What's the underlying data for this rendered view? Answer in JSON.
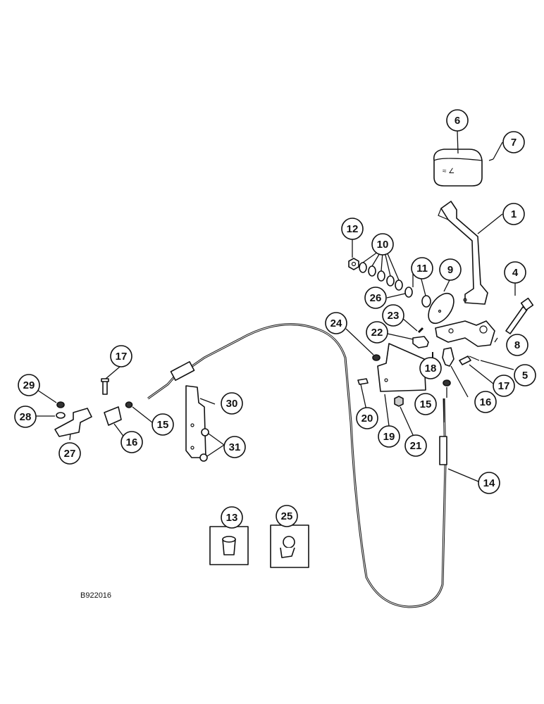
{
  "figure": {
    "drawing_number": "B922016"
  },
  "callouts": [
    {
      "id": "c1",
      "label": "1"
    },
    {
      "id": "c4",
      "label": "4"
    },
    {
      "id": "c5",
      "label": "5"
    },
    {
      "id": "c6",
      "label": "6"
    },
    {
      "id": "c7",
      "label": "7"
    },
    {
      "id": "c8",
      "label": "8"
    },
    {
      "id": "c9",
      "label": "9"
    },
    {
      "id": "c10",
      "label": "10"
    },
    {
      "id": "c11",
      "label": "11"
    },
    {
      "id": "c12",
      "label": "12"
    },
    {
      "id": "c13",
      "label": "13"
    },
    {
      "id": "c14",
      "label": "14"
    },
    {
      "id": "c15a",
      "label": "15"
    },
    {
      "id": "c15b",
      "label": "15"
    },
    {
      "id": "c16a",
      "label": "16"
    },
    {
      "id": "c16b",
      "label": "16"
    },
    {
      "id": "c17a",
      "label": "17"
    },
    {
      "id": "c17b",
      "label": "17"
    },
    {
      "id": "c18",
      "label": "18"
    },
    {
      "id": "c19",
      "label": "19"
    },
    {
      "id": "c20",
      "label": "20"
    },
    {
      "id": "c21",
      "label": "21"
    },
    {
      "id": "c22",
      "label": "22"
    },
    {
      "id": "c23",
      "label": "23"
    },
    {
      "id": "c24",
      "label": "24"
    },
    {
      "id": "c25",
      "label": "25"
    },
    {
      "id": "c26",
      "label": "26"
    },
    {
      "id": "c27",
      "label": "27"
    },
    {
      "id": "c28",
      "label": "28"
    },
    {
      "id": "c29",
      "label": "29"
    },
    {
      "id": "c30",
      "label": "30"
    },
    {
      "id": "c31",
      "label": "31"
    }
  ]
}
